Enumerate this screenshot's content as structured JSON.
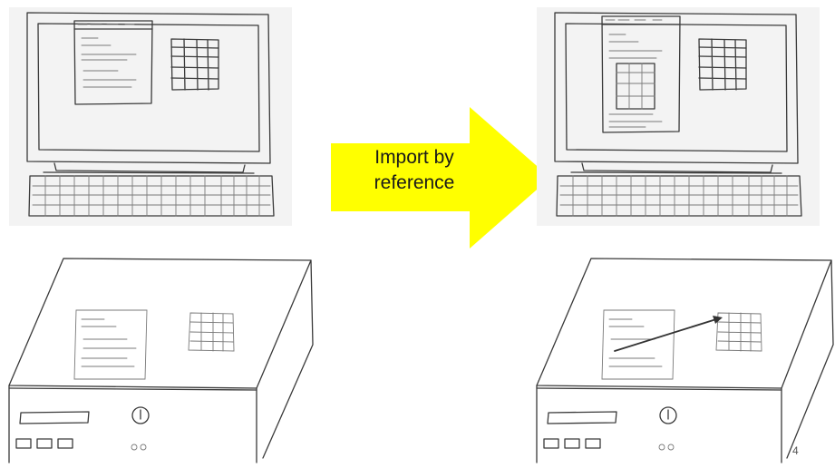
{
  "arrow": {
    "line1": "Import by",
    "line2": "reference",
    "color": "#ffff00"
  },
  "slide": {
    "page_number": "4"
  }
}
